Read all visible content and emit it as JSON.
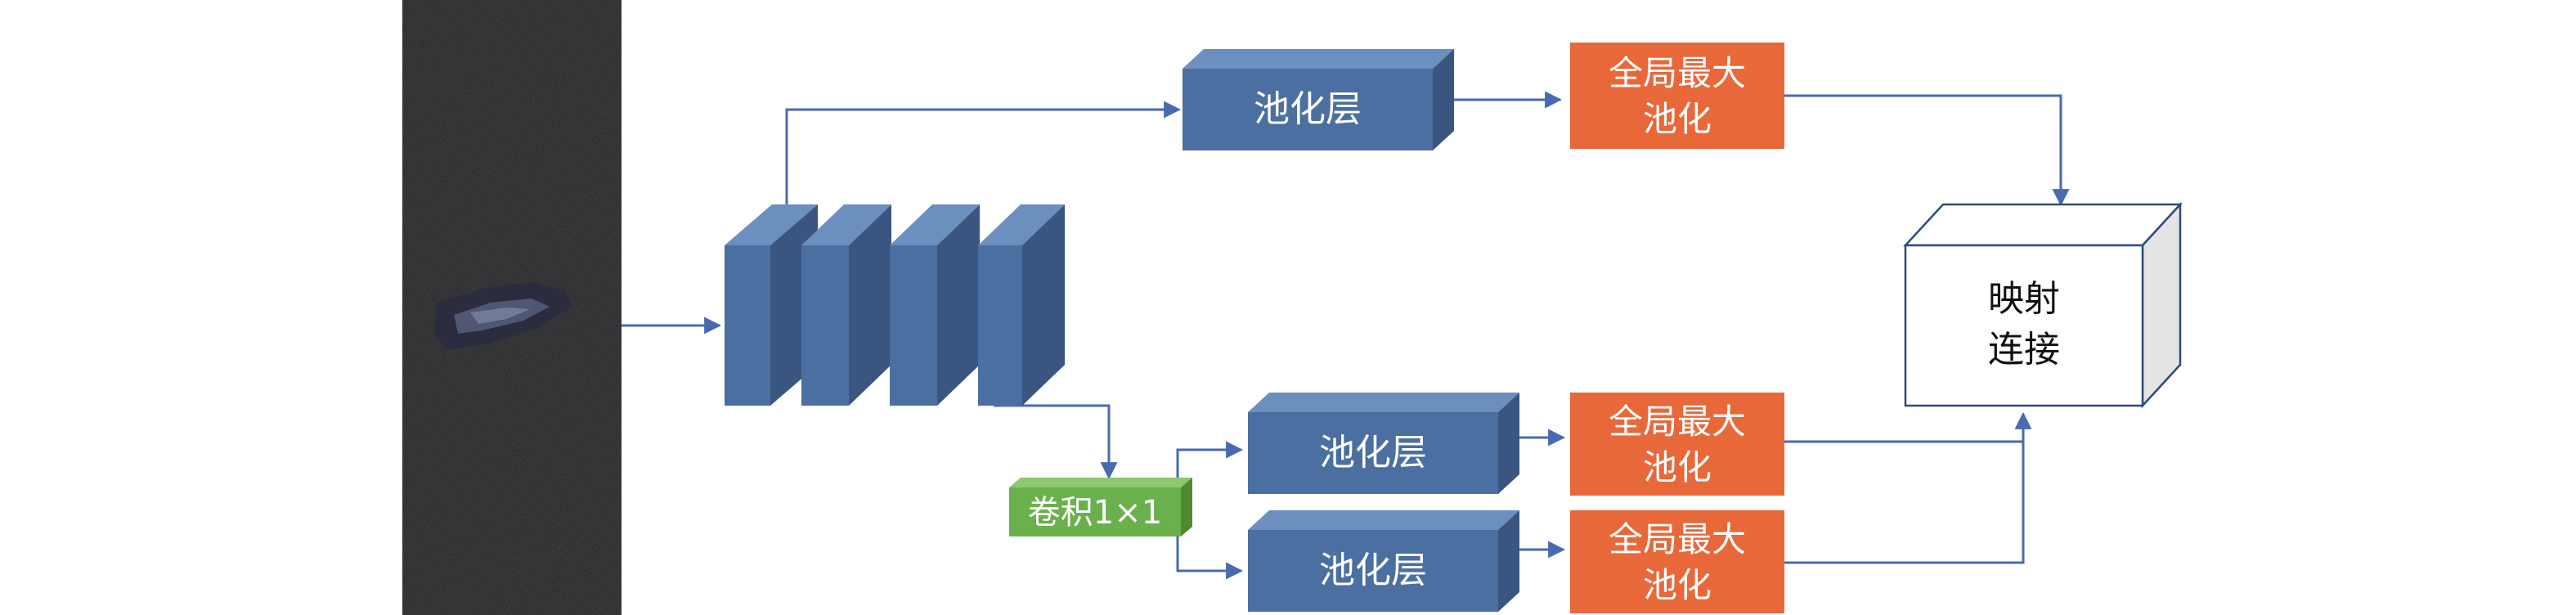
{
  "nodes": {
    "pool_top": "池化层",
    "gmp_top_l1": "全局最大",
    "gmp_top_l2": "池化",
    "pool_mid": "池化层",
    "gmp_mid_l1": "全局最大",
    "gmp_mid_l2": "池化",
    "pool_bot": "池化层",
    "gmp_bot_l1": "全局最大",
    "gmp_bot_l2": "池化",
    "conv": "卷积1×1",
    "map_l1": "映射",
    "map_l2": "连接"
  },
  "colors": {
    "block_front": "#4a6fa0",
    "block_top": "#6b8fbe",
    "block_side": "#3a5580",
    "orange": "#e8683a",
    "green_front": "#6ab04c",
    "green_top": "#8cc86e",
    "green_side": "#4e8a36",
    "arrow": "#4a6ab0",
    "cube_stroke": "#2e4a7a",
    "photo_bg": "#1c1c1e"
  }
}
